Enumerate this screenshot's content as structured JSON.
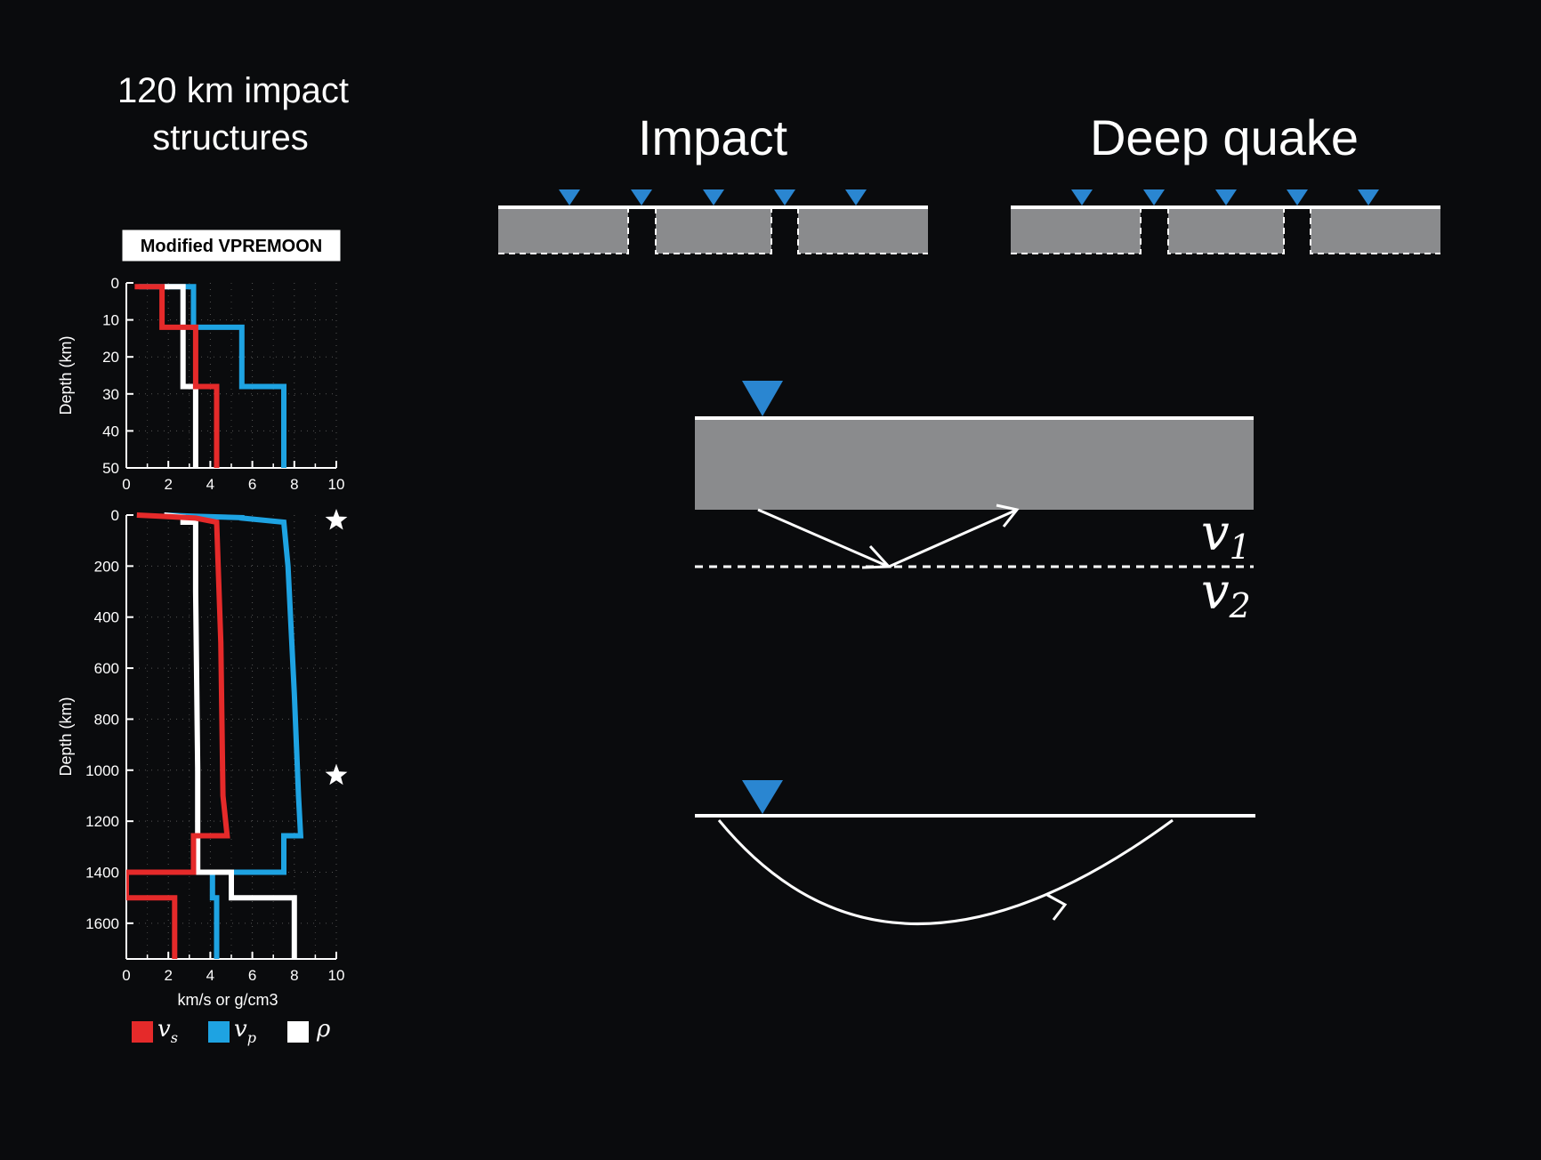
{
  "title": {
    "line1": "120 km impact",
    "line2": "structures"
  },
  "model_label": "Modified VPREMOON",
  "panels": {
    "impact": "Impact",
    "deep_quake": "Deep quake"
  },
  "layer_labels": {
    "v1_base": "v",
    "v1_sub": "1",
    "v2_base": "v",
    "v2_sub": "2"
  },
  "colors": {
    "vs": "#e52a2a",
    "vp": "#1ea3e2",
    "rho": "#ffffff",
    "station": "#2a86d1",
    "crust": "#8a8b8d",
    "background": "#0a0b0d"
  },
  "icons": {
    "station": "inverted-triangle-icon",
    "source": "star-icon"
  },
  "chart_data": [
    {
      "type": "line",
      "title": "",
      "ylabel": "Depth (km)",
      "xlabel": "",
      "xlim": [
        0,
        10
      ],
      "ylim": [
        50,
        0
      ],
      "xticks": [
        "0",
        "2",
        "4",
        "6",
        "8",
        "10"
      ],
      "yticks": [
        "0",
        "10",
        "20",
        "30",
        "40",
        "50"
      ],
      "grid": true,
      "series": [
        {
          "key": "vp",
          "points": [
            [
              0.6,
              1
            ],
            [
              3.2,
              1
            ],
            [
              3.2,
              12
            ],
            [
              5.5,
              12
            ],
            [
              5.5,
              28
            ],
            [
              7.5,
              28
            ],
            [
              7.5,
              50
            ]
          ]
        },
        {
          "key": "rho",
          "points": [
            [
              1.8,
              1
            ],
            [
              2.7,
              1
            ],
            [
              2.7,
              12
            ],
            [
              2.7,
              28
            ],
            [
              3.3,
              28
            ],
            [
              3.3,
              50
            ]
          ]
        },
        {
          "key": "vs",
          "points": [
            [
              0.4,
              1
            ],
            [
              1.7,
              1
            ],
            [
              1.7,
              12
            ],
            [
              3.3,
              12
            ],
            [
              3.3,
              28
            ],
            [
              4.3,
              28
            ],
            [
              4.3,
              50
            ]
          ]
        }
      ]
    },
    {
      "type": "line",
      "title": "",
      "ylabel": "Depth (km)",
      "xlabel": "km/s or g/cm3",
      "xlim": [
        0,
        10
      ],
      "ylim": [
        1740,
        0
      ],
      "xticks": [
        "0",
        "2",
        "4",
        "6",
        "8",
        "10"
      ],
      "yticks": [
        "0",
        "200",
        "400",
        "600",
        "800",
        "1000",
        "1200",
        "1400",
        "1600"
      ],
      "grid": true,
      "sources_depth_km": [
        0,
        1000
      ],
      "series": [
        {
          "key": "vp",
          "points": [
            [
              1.8,
              0
            ],
            [
              3.3,
              5
            ],
            [
              5.5,
              10
            ],
            [
              5.5,
              12
            ],
            [
              7.5,
              28
            ],
            [
              7.7,
              200
            ],
            [
              8.0,
              700
            ],
            [
              8.2,
              1100
            ],
            [
              8.3,
              1257
            ],
            [
              7.5,
              1257
            ],
            [
              7.5,
              1400
            ],
            [
              4.1,
              1400
            ],
            [
              4.1,
              1500
            ],
            [
              4.3,
              1500
            ],
            [
              4.3,
              1740
            ]
          ]
        },
        {
          "key": "rho",
          "points": [
            [
              1.8,
              0
            ],
            [
              2.7,
              8
            ],
            [
              2.7,
              28
            ],
            [
              3.3,
              28
            ],
            [
              3.3,
              300
            ],
            [
              3.4,
              1000
            ],
            [
              3.4,
              1257
            ],
            [
              3.4,
              1400
            ],
            [
              5.0,
              1400
            ],
            [
              5.0,
              1500
            ],
            [
              8.0,
              1500
            ],
            [
              8.0,
              1740
            ]
          ]
        },
        {
          "key": "vs",
          "points": [
            [
              0.5,
              0
            ],
            [
              1.7,
              5
            ],
            [
              3.3,
              12
            ],
            [
              4.3,
              28
            ],
            [
              4.5,
              500
            ],
            [
              4.6,
              1100
            ],
            [
              4.8,
              1257
            ],
            [
              3.2,
              1257
            ],
            [
              3.2,
              1400
            ],
            [
              0,
              1400
            ],
            [
              0,
              1500
            ],
            [
              2.3,
              1500
            ],
            [
              2.3,
              1740
            ]
          ]
        }
      ]
    }
  ],
  "legend": [
    {
      "key": "vs",
      "symbol": "v",
      "sub": "s"
    },
    {
      "key": "vp",
      "symbol": "v",
      "sub": "p"
    },
    {
      "key": "rho",
      "symbol": "ρ",
      "sub": ""
    }
  ]
}
